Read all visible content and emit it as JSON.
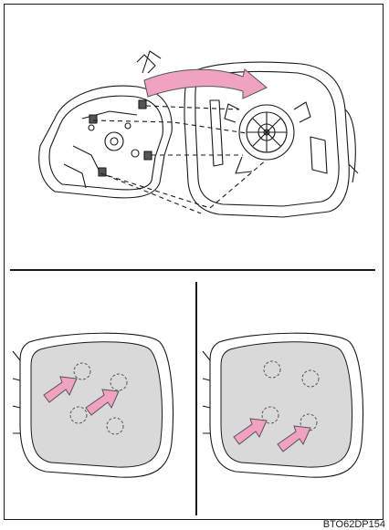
{
  "figure_code": "BTO62DP154",
  "colors": {
    "arrow": "#f1a2c1",
    "arrow_stroke": "#555555",
    "mirror_glass": "#d9d9d9",
    "line": "#1a1a1a"
  },
  "panels": [
    {
      "name": "mirror-assembly-exploded-view"
    },
    {
      "name": "mirror-glass-press-upper-points"
    },
    {
      "name": "mirror-glass-press-lower-points"
    }
  ]
}
